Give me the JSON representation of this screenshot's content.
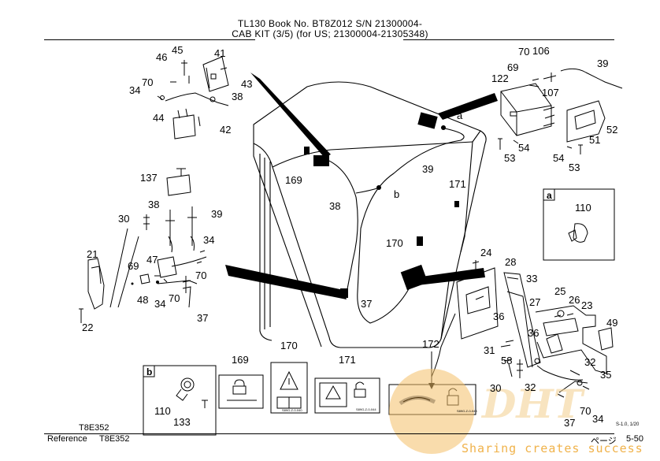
{
  "header": {
    "line1": "TL130  Book No. BT8Z012 S/N 21300004-",
    "line2": "CAB KIT (3/5) (for US; 21300004-21305348)"
  },
  "callouts": [
    {
      "id": "c45",
      "text": "45"
    },
    {
      "id": "c46",
      "text": "46"
    },
    {
      "id": "c41",
      "text": "41"
    },
    {
      "id": "c43",
      "text": "43"
    },
    {
      "id": "c70a",
      "text": "70"
    },
    {
      "id": "c34a",
      "text": "34"
    },
    {
      "id": "c38a",
      "text": "38"
    },
    {
      "id": "c44",
      "text": "44"
    },
    {
      "id": "c42",
      "text": "42"
    },
    {
      "id": "c70b",
      "text": "70"
    },
    {
      "id": "c106",
      "text": "106"
    },
    {
      "id": "c69a",
      "text": "69"
    },
    {
      "id": "c39a",
      "text": "39"
    },
    {
      "id": "c122",
      "text": "122"
    },
    {
      "id": "c107",
      "text": "107"
    },
    {
      "id": "c52",
      "text": "52"
    },
    {
      "id": "c51",
      "text": "51"
    },
    {
      "id": "c53a",
      "text": "53"
    },
    {
      "id": "c54a",
      "text": "54"
    },
    {
      "id": "c54b",
      "text": "54"
    },
    {
      "id": "c53b",
      "text": "53"
    },
    {
      "id": "ca",
      "text": "a"
    },
    {
      "id": "c39b",
      "text": "39"
    },
    {
      "id": "cb",
      "text": "b"
    },
    {
      "id": "c169a",
      "text": "169"
    },
    {
      "id": "c171a",
      "text": "171"
    },
    {
      "id": "c38b",
      "text": "38"
    },
    {
      "id": "c170a",
      "text": "170"
    },
    {
      "id": "c37a",
      "text": "37"
    },
    {
      "id": "c137",
      "text": "137"
    },
    {
      "id": "c38c",
      "text": "38"
    },
    {
      "id": "c30a",
      "text": "30"
    },
    {
      "id": "c39c",
      "text": "39"
    },
    {
      "id": "c34b",
      "text": "34"
    },
    {
      "id": "c21",
      "text": "21"
    },
    {
      "id": "c69b",
      "text": "69"
    },
    {
      "id": "c47",
      "text": "47"
    },
    {
      "id": "c70c",
      "text": "70"
    },
    {
      "id": "c48",
      "text": "48"
    },
    {
      "id": "c34c",
      "text": "34"
    },
    {
      "id": "c70d",
      "text": "70"
    },
    {
      "id": "c22",
      "text": "22"
    },
    {
      "id": "c37b",
      "text": "37"
    },
    {
      "id": "c24",
      "text": "24"
    },
    {
      "id": "c28",
      "text": "28"
    },
    {
      "id": "c33",
      "text": "33"
    },
    {
      "id": "c27",
      "text": "27"
    },
    {
      "id": "c25",
      "text": "25"
    },
    {
      "id": "c26",
      "text": "26"
    },
    {
      "id": "c23",
      "text": "23"
    },
    {
      "id": "c49",
      "text": "49"
    },
    {
      "id": "c36a",
      "text": "36"
    },
    {
      "id": "c36b",
      "text": "36"
    },
    {
      "id": "c172",
      "text": "172"
    },
    {
      "id": "c31",
      "text": "31"
    },
    {
      "id": "c58",
      "text": "58"
    },
    {
      "id": "c32a",
      "text": "32"
    },
    {
      "id": "c35",
      "text": "35"
    },
    {
      "id": "c30b",
      "text": "30"
    },
    {
      "id": "c32b",
      "text": "32"
    },
    {
      "id": "c70e",
      "text": "70"
    },
    {
      "id": "c37c",
      "text": "37"
    },
    {
      "id": "c34d",
      "text": "34"
    },
    {
      "id": "c110a",
      "text": "110"
    },
    {
      "id": "c110b",
      "text": "110"
    },
    {
      "id": "c133",
      "text": "133"
    },
    {
      "id": "c169b",
      "text": "169"
    },
    {
      "id": "c170b",
      "text": "170"
    },
    {
      "id": "c171b",
      "text": "171"
    }
  ],
  "inset_a": {
    "label": "a",
    "part": "110"
  },
  "inset_b": {
    "label": "b",
    "parts": [
      "110",
      "133"
    ]
  },
  "decal_codes": {
    "d170": "S89G-Z-0-040",
    "d171": "S89G-Z-0-044",
    "d172": "S89G-Z-0-043"
  },
  "footer": {
    "code_top": "T8E352",
    "reference_label": "Reference",
    "reference_code": "T8E352",
    "page_label": "ページ",
    "page_number": "5-50",
    "scale": "S-1.0, 1/20"
  },
  "watermark": {
    "logo": "DHT",
    "tagline": "Sharing creates success",
    "color": "#f0b24a"
  }
}
